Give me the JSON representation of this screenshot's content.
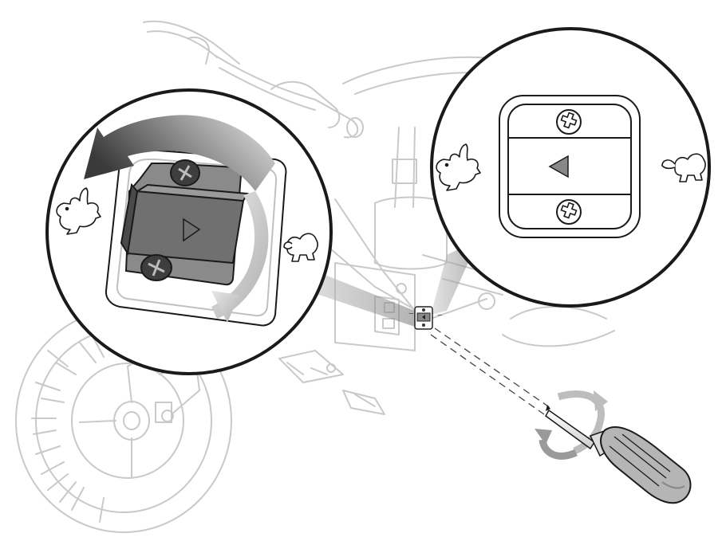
{
  "illustration": {
    "colors": {
      "background": "#ffffff",
      "ghost_line": "#cfcfcf",
      "ink": "#1a1a1a",
      "switch_body": "#808080",
      "switch_dark": "#5a5a5a",
      "screw_head": "#4a4a4a",
      "arrow_gradient_start": "#3a3a3a",
      "arrow_gradient_end": "#e6e6e6"
    },
    "icons": {
      "fast_speed": "rabbit-icon",
      "slow_speed": "turtle-icon",
      "switch_direction": "triangle-arrow-icon",
      "rotation": "circular-arrow-icon",
      "tool": "phillips-screwdriver-icon",
      "fastener": "phillips-screw-icon"
    },
    "callouts": [
      {
        "name": "left-detail-zoom",
        "shows": "speed-switch-perspective",
        "arrow_toward": "rabbit-icon"
      },
      {
        "name": "right-detail-zoom",
        "shows": "speed-switch-front",
        "switch_points_toward": "rabbit-icon"
      }
    ]
  }
}
